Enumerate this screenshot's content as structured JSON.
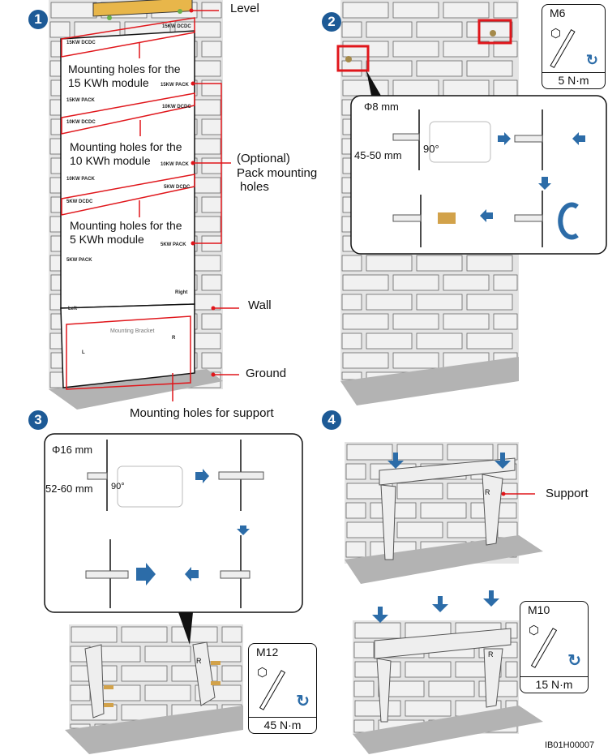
{
  "steps": [
    "1",
    "2",
    "3",
    "4"
  ],
  "step1": {
    "callouts": {
      "level": "Level",
      "pack_holes": [
        "(Optional)",
        "Pack mounting",
        "holes"
      ],
      "wall": "Wall",
      "ground": "Ground",
      "support_holes": "Mounting holes for support"
    },
    "modules": [
      {
        "line1": "Mounting holes for the",
        "line2": "15 KWh module"
      },
      {
        "line1": "Mounting holes for the",
        "line2": "10 KWh module"
      },
      {
        "line1": "Mounting holes for the",
        "line2": "5 KWh module"
      }
    ],
    "template_marks": {
      "dcdc_15": "15KW DCDC",
      "dcdc_10": "10KW DCDC",
      "dcdc_5": "5KW DCDC",
      "pack_15": "15KW PACK",
      "pack_10": "10KW PACK",
      "pack_5": "5KW PACK",
      "right": "Right",
      "left": "Left",
      "bracket": "Mounting Bracket",
      "l": "L",
      "r": "R"
    }
  },
  "step2": {
    "diameter": "Φ8 mm",
    "depth": "45-50 mm",
    "angle": "90°",
    "tool": {
      "bolt": "M6",
      "torque": "5 N·m"
    }
  },
  "step3": {
    "diameter": "Φ16 mm",
    "depth": "52-60 mm",
    "angle": "90°",
    "tool": {
      "bolt": "M12",
      "torque": "45 N·m"
    },
    "bracket_mark": "R"
  },
  "step4": {
    "support_label": "Support",
    "bracket_mark": "R",
    "tool": {
      "bolt": "M10",
      "torque": "15 N·m"
    }
  },
  "figure_code": "IB01H00007",
  "colors": {
    "accent_blue": "#1d5a96",
    "callout_red": "#e0161b",
    "level_yellow": "#e8b64a",
    "wall": "#e4e4e4",
    "ground": "#b3b3b3"
  }
}
